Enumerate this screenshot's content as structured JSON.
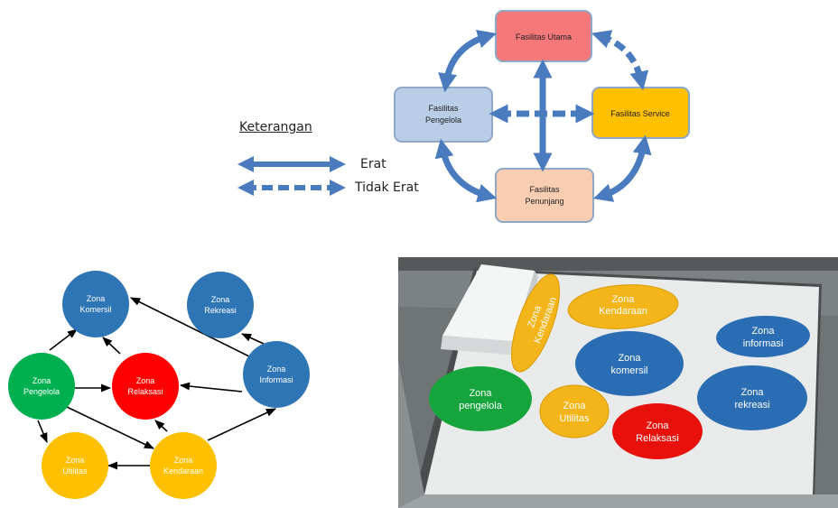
{
  "top_diagram": {
    "nodes": {
      "utama": "Fasilitas Utama",
      "pengelola_1": "Fasilitas",
      "pengelola_2": "Pengelola",
      "service": "Fasilitas Service",
      "penunjang_1": "Fasilitas",
      "penunjang_2": "Penunjang"
    },
    "colors": {
      "utama": "#f4787a",
      "pengelola": "#b9cde6",
      "service": "#ffc000",
      "penunjang": "#f9cdb1",
      "arrow": "#4a7bbf"
    }
  },
  "legend": {
    "title": "Keterangan",
    "solid_label": "Erat",
    "dashed_label": "Tidak Erat"
  },
  "bubble_diagram": {
    "komersil": [
      "Zona",
      "Komersil"
    ],
    "rekreasi": [
      "Zona",
      "Rekreasi"
    ],
    "informasi": [
      "Zona",
      "Informasi"
    ],
    "pengelola": [
      "Zona",
      "Pengelola"
    ],
    "relaksasi": [
      "Zona",
      "Relaksasi"
    ],
    "utilitas": [
      "Zona",
      "Utilitas"
    ],
    "kendaraan": [
      "Zona",
      "Kendaraan"
    ],
    "colors": {
      "blue": "#2e75b6",
      "red": "#ff0000",
      "green": "#00b050",
      "yellow": "#ffc000"
    }
  },
  "site_plan": {
    "kendaraan_vertical": [
      "Zona",
      "Kendaraan"
    ],
    "kendaraan_top": [
      "Zona",
      "Kendaraan"
    ],
    "informasi": [
      "Zona",
      "informasi"
    ],
    "komersil": [
      "Zona",
      "komersil"
    ],
    "pengelola": [
      "Zona",
      "pengelola"
    ],
    "utilitas": [
      "Zona",
      "Utilitas"
    ],
    "rekreasi": [
      "Zona",
      "rekreasi"
    ],
    "relaksasi": [
      "Zona",
      "Relaksasi"
    ]
  }
}
